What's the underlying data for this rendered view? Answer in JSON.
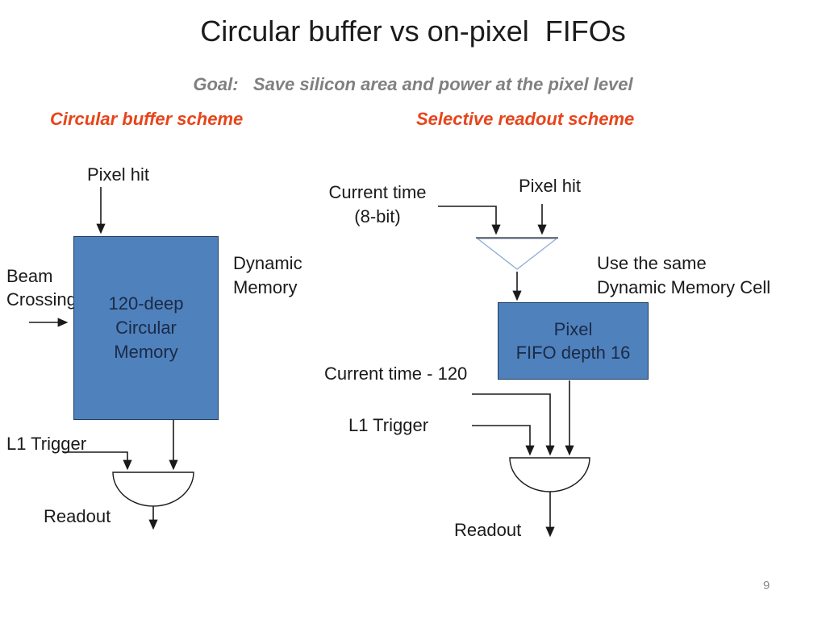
{
  "colors": {
    "accent-blue": "#4F81BD",
    "box-border": "#1F3B5C",
    "box-text": "#1B2A45",
    "accent-red": "#E8441A",
    "goal-gray": "#808080",
    "line-dark": "#1A1A1A",
    "triangle-blue": "#8FAFD4",
    "page-gray": "#8A8A8A"
  },
  "slide": {
    "title": "Circular buffer vs on-pixel  FIFOs",
    "goal": "Goal:   Save silicon area and power at the pixel level",
    "page_number": "9"
  },
  "left_scheme": {
    "heading": "Circular buffer scheme",
    "pixel_hit_label": "Pixel hit",
    "beam_crossing_lines": [
      "Beam",
      "Crossing"
    ],
    "memory_box_lines": [
      "120-deep",
      "Circular",
      "Memory"
    ],
    "dynamic_memory_lines": [
      "Dynamic",
      "Memory"
    ],
    "l1_trigger_label": "L1 Trigger",
    "readout_label": "Readout"
  },
  "right_scheme": {
    "heading": "Selective readout scheme",
    "current_time_lines": [
      "Current time",
      "(8-bit)"
    ],
    "pixel_hit_label": "Pixel hit",
    "use_same_lines": [
      "Use the same",
      "Dynamic Memory Cell"
    ],
    "fifo_box_lines": [
      "Pixel",
      "FIFO depth 16"
    ],
    "current_time_minus_label": "Current time - 120",
    "l1_trigger_label": "L1 Trigger",
    "readout_label": "Readout"
  }
}
